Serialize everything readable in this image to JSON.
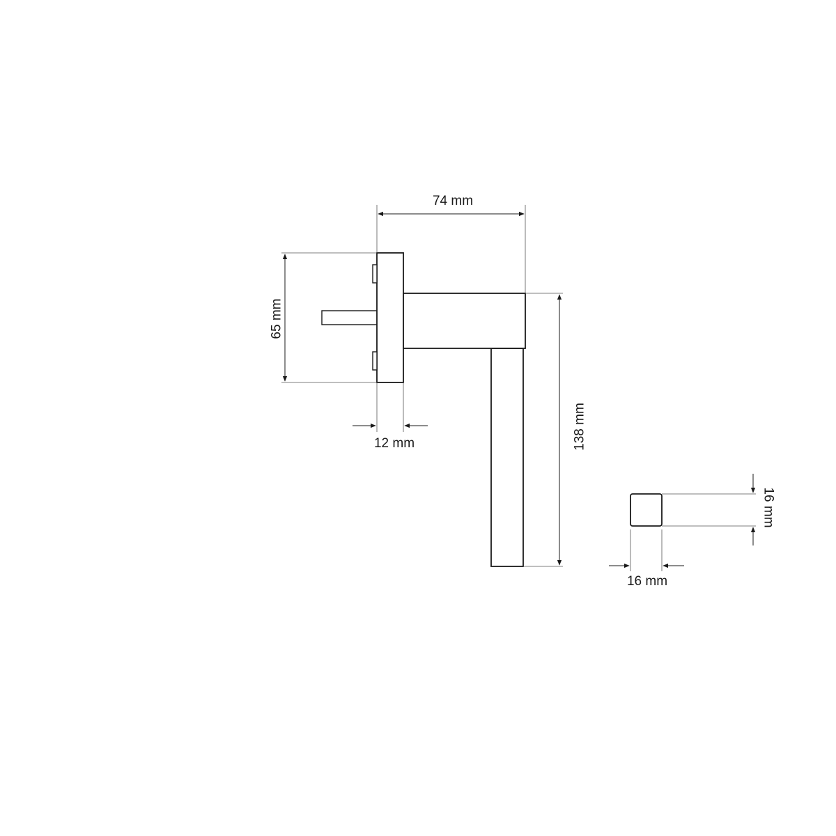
{
  "colors": {
    "line": "#1a1a1a",
    "extension_line": "#555555",
    "background": "#ffffff"
  },
  "dimensions": {
    "length": "74 mm",
    "rose_height": "65 mm",
    "rose_depth": "12 mm",
    "lever_height": "138 mm",
    "section_height": "16 mm",
    "section_width": "16 mm"
  }
}
